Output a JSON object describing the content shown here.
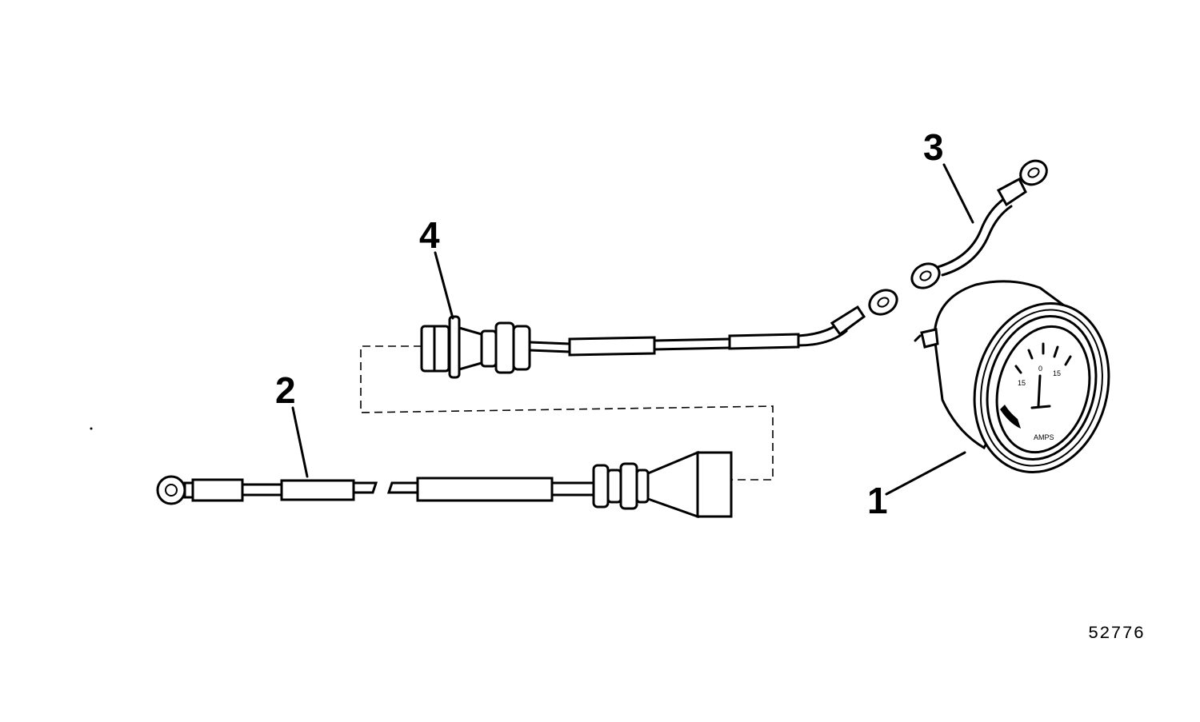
{
  "diagram": {
    "callouts": [
      {
        "id": "1",
        "label": "1"
      },
      {
        "id": "2",
        "label": "2"
      },
      {
        "id": "3",
        "label": "3"
      },
      {
        "id": "4",
        "label": "4"
      }
    ],
    "gauge_dial": {
      "left_mark": "15",
      "center_mark": "0",
      "right_mark": "15",
      "unit_text": "AMPS"
    },
    "figure_number": "52776"
  }
}
